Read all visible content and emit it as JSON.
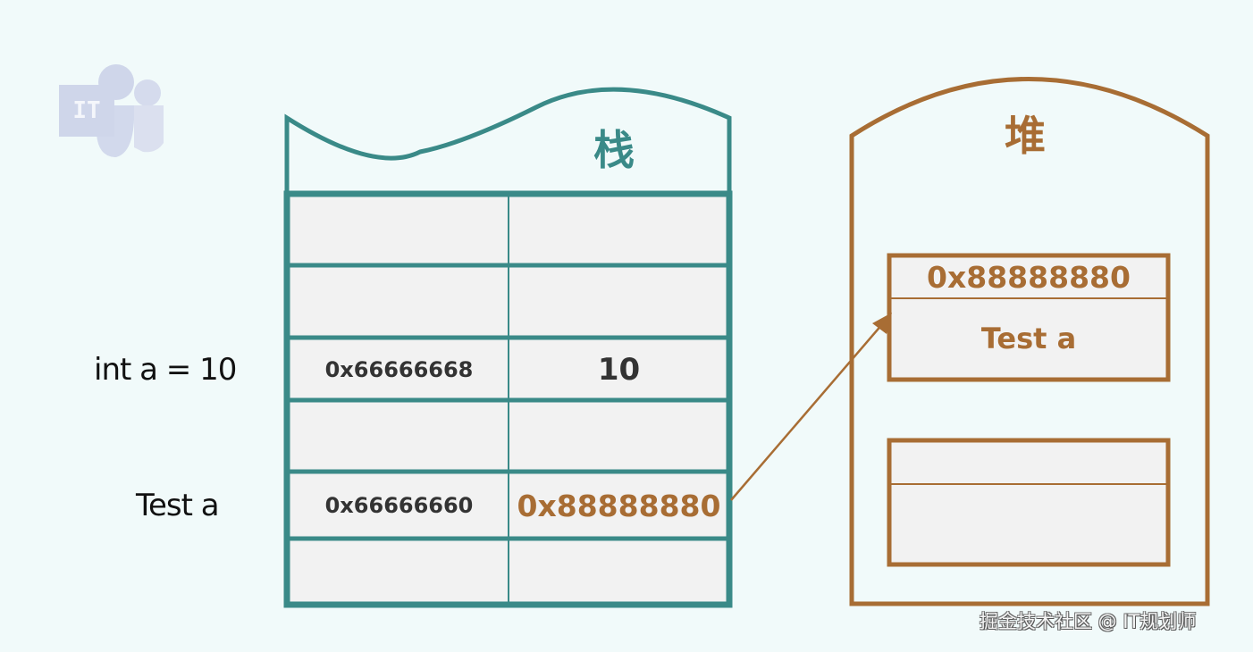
{
  "logo": {
    "text": "IT",
    "icon": "teams-like-it-logo-icon"
  },
  "stack": {
    "title": "栈",
    "color": "#3a8a88",
    "cell_bg": "#f2f2f2",
    "rows": [
      {
        "label": "",
        "address": "",
        "value": ""
      },
      {
        "label": "",
        "address": "",
        "value": ""
      },
      {
        "label": "int a = 10",
        "address": "0x66666668",
        "value": "10"
      },
      {
        "label": "",
        "address": "",
        "value": ""
      },
      {
        "label": "Test a",
        "address": "0x66666660",
        "value": "0x88888880"
      },
      {
        "label": "",
        "address": "",
        "value": ""
      }
    ]
  },
  "heap": {
    "title": "堆",
    "color": "#a86d34",
    "objects": [
      {
        "header": "0x88888880",
        "body": "Test a"
      },
      {
        "header": "",
        "body": ""
      }
    ]
  },
  "arrow": {
    "from": "stack-row-5-value",
    "to": "heap-object-1",
    "color": "#a86d34"
  },
  "watermark": "掘金技术社区 @ IT规划师"
}
